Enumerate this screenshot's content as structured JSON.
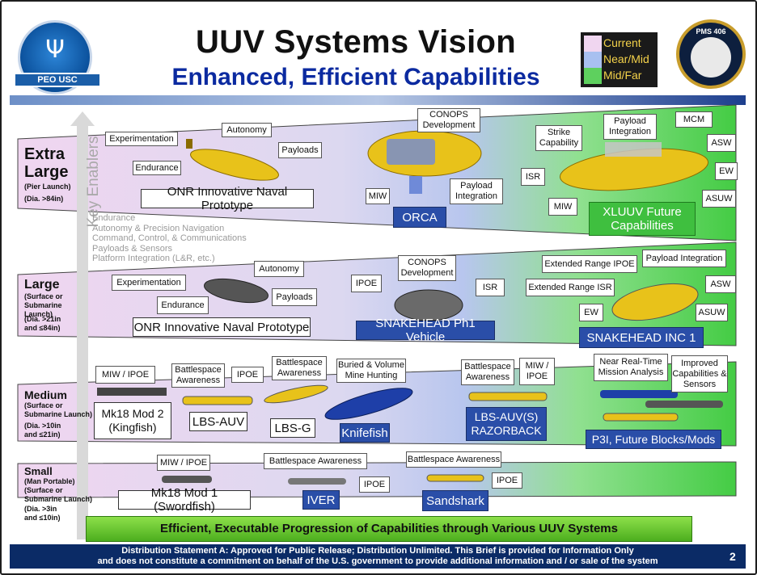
{
  "header": {
    "title": "UUV Systems Vision",
    "subtitle": "Enhanced, Efficient Capabilities",
    "left_seal": "PEO USC",
    "right_seal": "PMS 406"
  },
  "legend": [
    {
      "label": "Current",
      "color": "#f0d6f0"
    },
    {
      "label": "Near/Mid",
      "color": "#a8c0f0"
    },
    {
      "label": "Mid/Far",
      "color": "#5ed05e"
    }
  ],
  "key_enablers": {
    "label": "Key Enablers",
    "items": [
      "Endurance",
      "Autonomy & Precision Navigation",
      "Command, Control, & Communications",
      "Payloads & Sensors",
      "Platform Integration (L&R, etc.)"
    ]
  },
  "classes": [
    {
      "name_line1": "Extra",
      "name_line2": "Large",
      "launch": "(Pier Launch)",
      "dia": "(Dia. >84in)",
      "boxes": [
        "Experimentation",
        "Autonomy",
        "Payloads",
        "Endurance",
        "CONOPS Development",
        "MIW",
        "Payload Integration",
        "Strike Capability",
        "Payload Integration",
        "MCM",
        "ASW",
        "ISR",
        "EW",
        "MIW",
        "ASUW"
      ],
      "programs": [
        "ONR Innovative Naval Prototype",
        "ORCA",
        "XLUUV Future Capabilities"
      ]
    },
    {
      "name_line1": "Large",
      "launch": "(Surface or Submarine Launch)",
      "dia": "(Dia. >21in and ≤84in)",
      "boxes": [
        "Autonomy",
        "Experimentation",
        "Payloads",
        "Endurance",
        "IPOE",
        "CONOPS Development",
        "ISR",
        "Extended Range IPOE",
        "Payload Integration",
        "Extended Range ISR",
        "ASW",
        "EW",
        "ASUW"
      ],
      "programs": [
        "ONR Innovative Naval Prototype",
        "SNAKEHEAD Ph1 Vehicle",
        "SNAKEHEAD  INC 1"
      ]
    },
    {
      "name_line1": "Medium",
      "launch": "(Surface or Submarine Launch)",
      "dia": "(Dia. >10in and ≤21in)",
      "boxes": [
        "MIW / IPOE",
        "Battlespace Awareness",
        "IPOE",
        "Battlespace Awareness",
        "Buried & Volume Mine Hunting",
        "Battlespace Awareness",
        "MIW / IPOE",
        "Near Real-Time Mission Analysis",
        "Improved Capabilities & Sensors"
      ],
      "programs": [
        "Mk18 Mod 2 (Kingfish)",
        "LBS-AUV",
        "LBS-G",
        "Knifefish",
        "LBS-AUV(S) RAZORBACK",
        "P3I, Future Blocks/Mods"
      ]
    },
    {
      "name_line1": "Small",
      "launch": "(Man Portable) (Surface or Submarine Launch)",
      "dia": "(Dia. >3in and ≤10in)",
      "boxes": [
        "MIW / IPOE",
        "Battlespace Awareness",
        "IPOE",
        "Battlespace Awareness",
        "IPOE"
      ],
      "programs": [
        "Mk18 Mod 1 (Swordfish)",
        "IVER",
        "Sandshark"
      ]
    }
  ],
  "footer": {
    "banner": "Efficient, Executable Progression of Capabilities through Various UUV Systems",
    "statement_line1": "Distribution Statement A:  Approved for Public Release; Distribution Unlimited. This Brief is provided for Information Only",
    "statement_line2": "and does not constitute a commitment on behalf of the U.S. government to provide additional information and / or sale of the system",
    "page": "2"
  }
}
